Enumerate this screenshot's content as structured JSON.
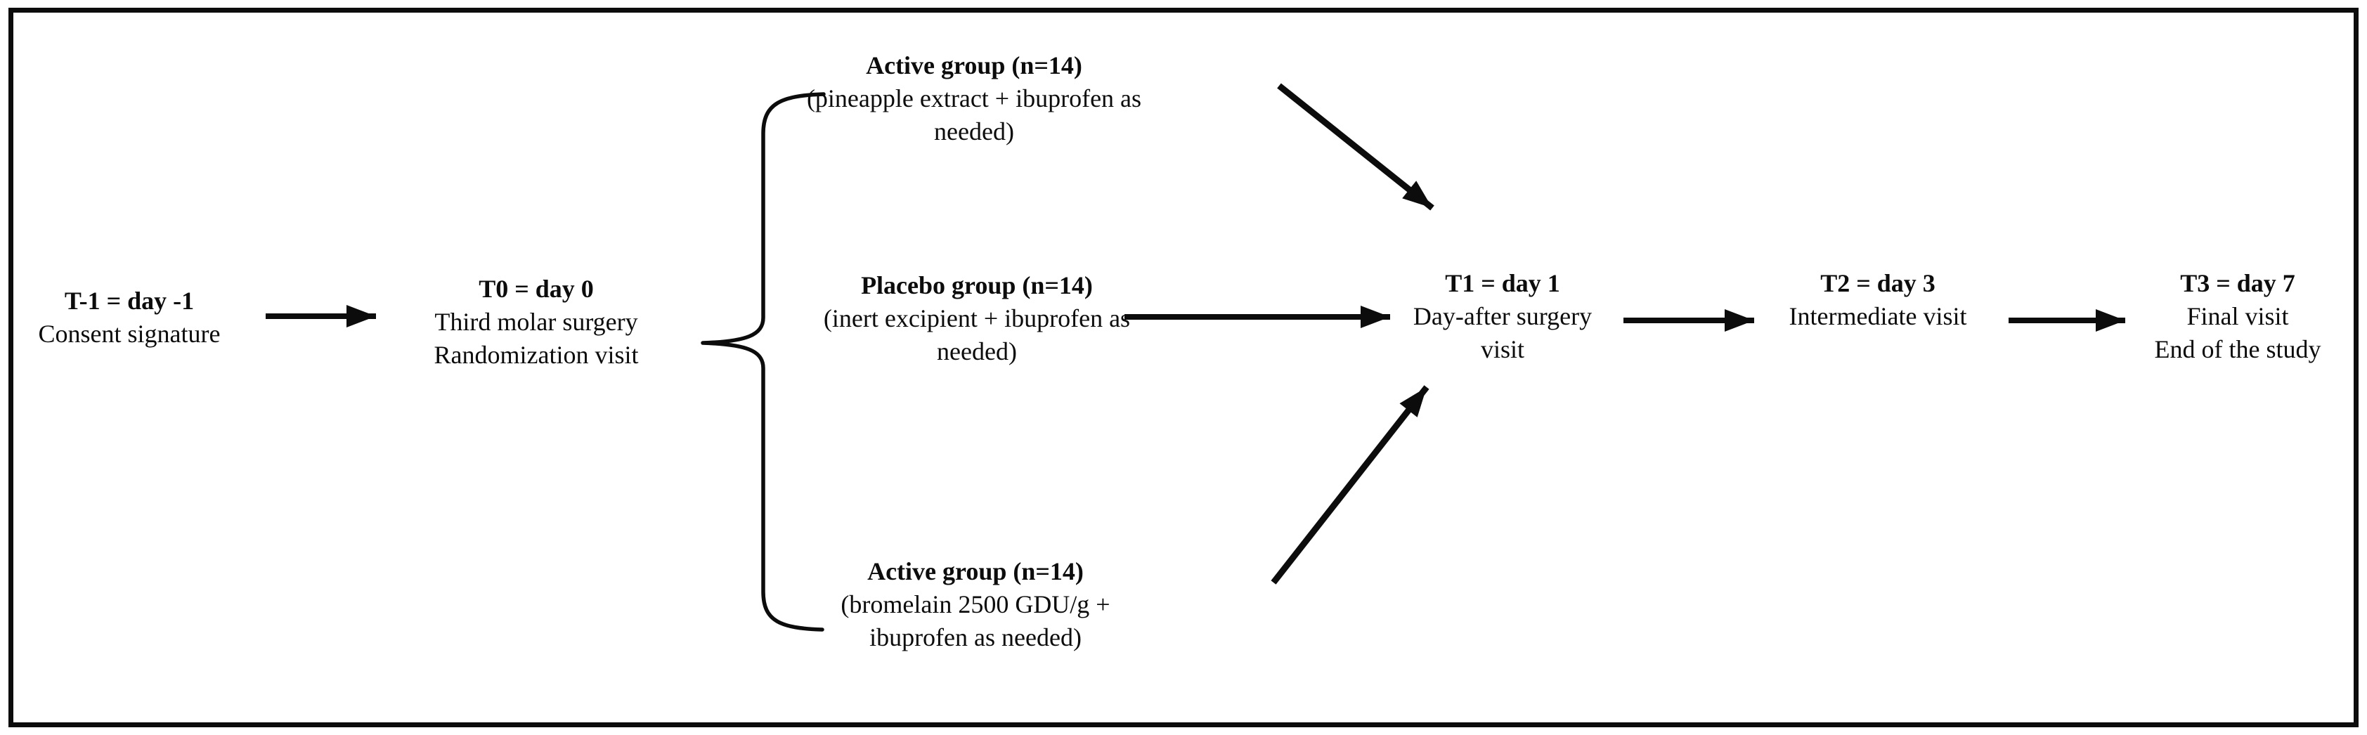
{
  "colors": {
    "ink": "#0c0c0c",
    "background": "#ffffff"
  },
  "nodes": {
    "t_minus_1": {
      "title": "T-1 = day -1",
      "lines": [
        "Consent signature"
      ]
    },
    "t0": {
      "title": "T0 = day 0",
      "lines": [
        "Third molar surgery",
        "Randomization visit"
      ]
    },
    "group_pineapple": {
      "title": "Active group (n=14)",
      "lines": [
        "(pineapple extract + ibuprofen as",
        "needed)"
      ]
    },
    "group_placebo": {
      "title": "Placebo group (n=14)",
      "lines": [
        "(inert excipient + ibuprofen as",
        "needed)"
      ]
    },
    "group_bromelain": {
      "title": "Active group (n=14)",
      "lines": [
        "(bromelain 2500 GDU/g +",
        "ibuprofen as needed)"
      ]
    },
    "t1": {
      "title": "T1 = day 1",
      "lines": [
        "Day-after surgery",
        "visit"
      ]
    },
    "t2": {
      "title": "T2 = day 3",
      "lines": [
        "Intermediate visit"
      ]
    },
    "t3": {
      "title": "T3 = day 7",
      "lines": [
        "Final visit",
        "End of the study"
      ]
    }
  }
}
